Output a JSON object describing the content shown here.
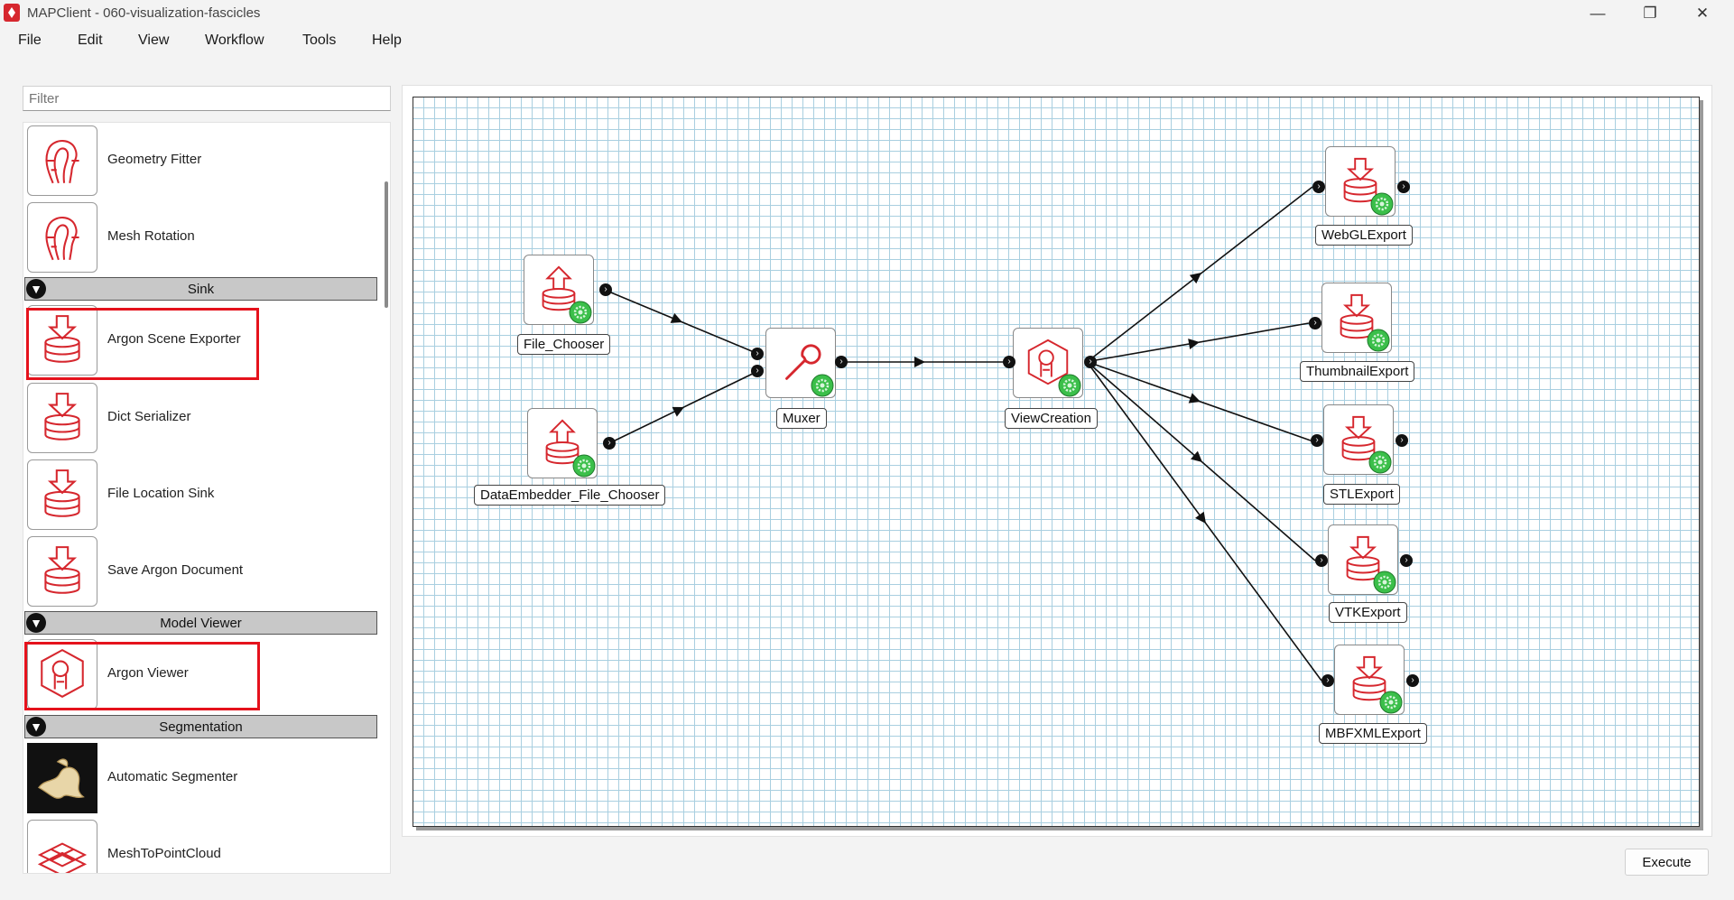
{
  "window": {
    "title": "MAPClient - 060-visualization-fascicles",
    "controls": {
      "minimize": "—",
      "maximize": "❐",
      "close": "✕"
    }
  },
  "menu": {
    "items": [
      "File",
      "Edit",
      "View",
      "Workflow",
      "Tools",
      "Help"
    ]
  },
  "step_panel": {
    "filter_placeholder": "Filter",
    "geometry_fitter": "Geometry Fitter",
    "mesh_rotation": "Mesh Rotation",
    "sink_category": "Sink",
    "argon_scene_exporter": "Argon Scene Exporter",
    "dict_serializer": "Dict Serializer",
    "file_location_sink": "File Location Sink",
    "save_argon_document": "Save Argon Document",
    "model_viewer_category": "Model Viewer",
    "argon_viewer": "Argon Viewer",
    "segmentation_category": "Segmentation",
    "automatic_segmenter": "Automatic Segmenter",
    "mesh_to_point_cloud": "MeshToPointCloud"
  },
  "workflow": {
    "file_chooser": "File_Chooser",
    "data_embedder_file_chooser": "DataEmbedder_File_Chooser",
    "muxer": "Muxer",
    "view_creation": "ViewCreation",
    "webgl_export": "WebGLExport",
    "thumbnail_export": "ThumbnailExport",
    "stl_export": "STLExport",
    "vtk_export": "VTKExport",
    "mbfxml_export": "MBFXMLExport"
  },
  "execute_label": "Execute",
  "colors": {
    "accent": "#e5121c",
    "grid": "#a9cfe0",
    "icon_red": "#d6272e",
    "status_green": "#3bbf4a"
  },
  "icons": {
    "sink": "download-database-icon",
    "source": "upload-database-icon",
    "muxer": "wrench-icon",
    "viewer": "model-viewer-icon",
    "fitter": "geometry-fitter-icon",
    "status": "gear-status-icon"
  }
}
